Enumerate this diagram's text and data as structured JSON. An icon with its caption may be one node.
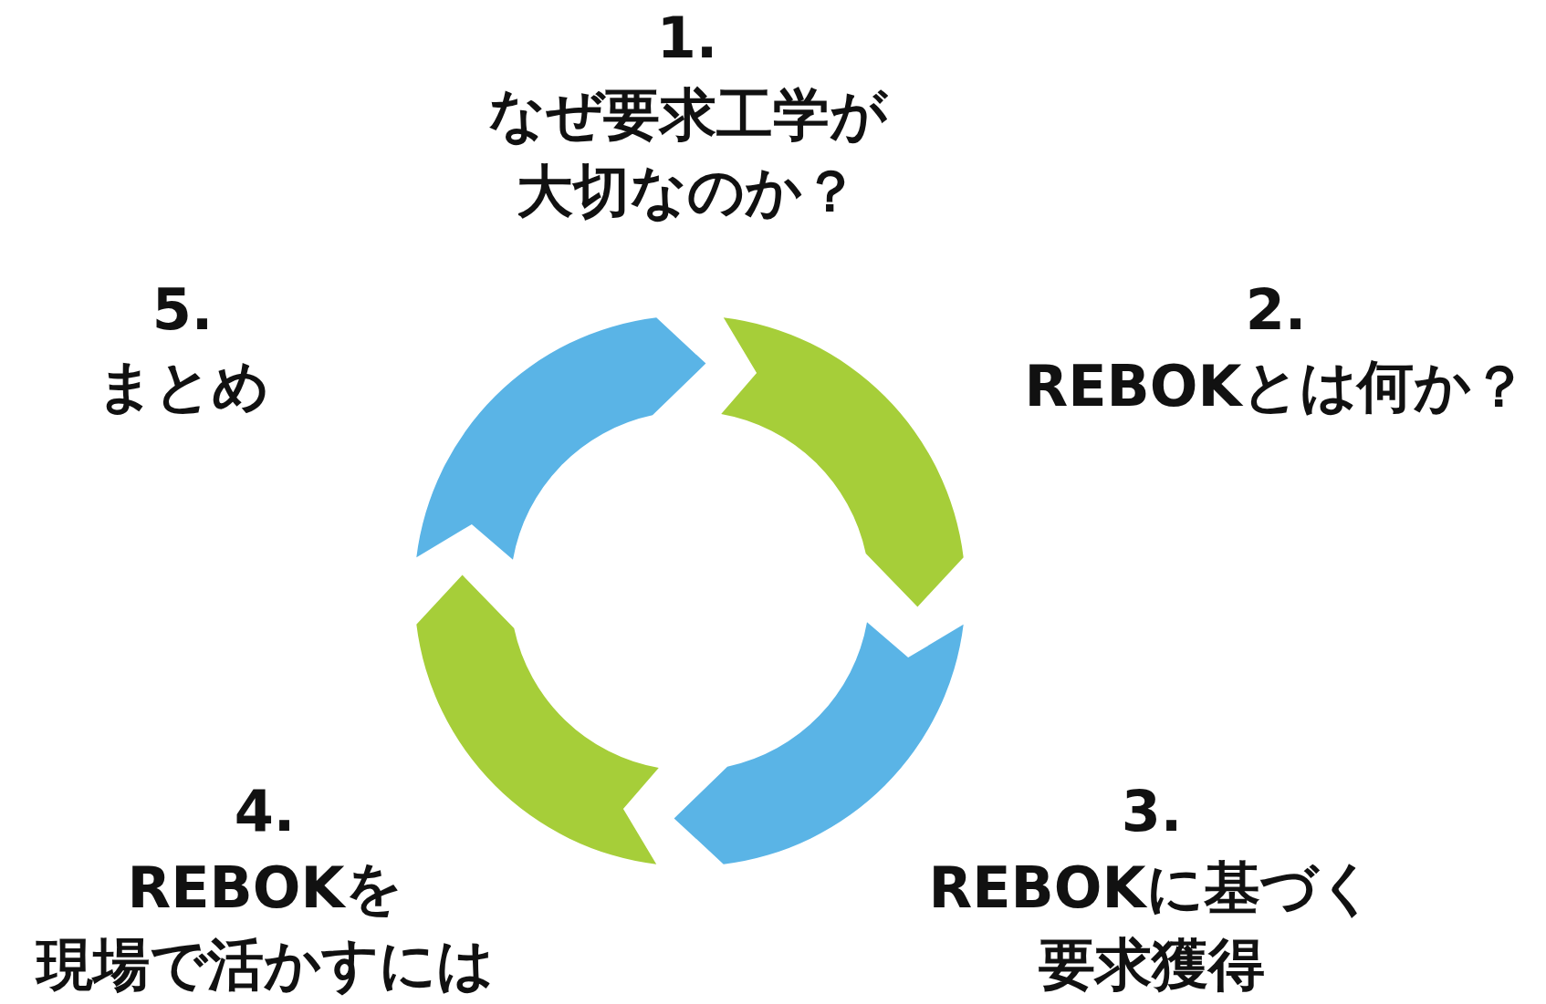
{
  "diagram": {
    "labels": [
      "1.",
      "なぜ要求工学が大切なのか？",
      "2.",
      "REBOKとは何か？",
      "3.",
      "REBOKに基づく要求獲得",
      "4.",
      "REBOKを現場で活かすには",
      "5.",
      "まとめ"
    ]
  }
}
